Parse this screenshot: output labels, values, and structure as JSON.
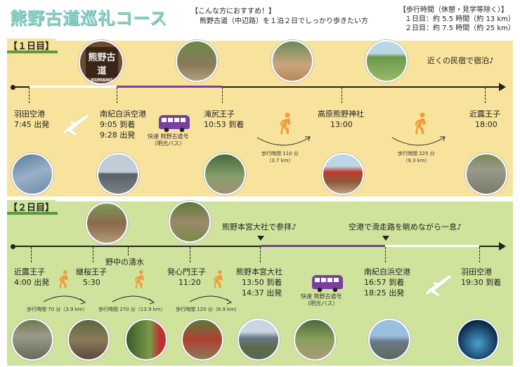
{
  "title": "熊野古道巡礼コース",
  "recommend": {
    "line1": "【こんな方におすすめ！】",
    "line2": "熊野古道（中辺路）を１泊２日でしっかり歩きたい方"
  },
  "walking_time": {
    "line1": "【歩行時間（休憩・見学等除く）】",
    "line2": "１日目：約 5.5 時間（約 13 km）",
    "line3": "２日目：約 7.5 時間（約 25 km）"
  },
  "day1": {
    "label": "【１日目】",
    "note": "近くの民宿で宿泊♪",
    "sign_text": "熊野古道",
    "sign_sub": "KUMANO KODO",
    "stops": [
      {
        "name": "羽田空港",
        "time": "7:45 出発"
      },
      {
        "name": "南紀白浜空港",
        "time": "9:05 到着",
        "time2": "9:28 出発"
      },
      {
        "name": "滝尻王子",
        "time": "10:53 到着"
      },
      {
        "name": "高原熊野神社",
        "time": "13:00"
      },
      {
        "name": "近露王子",
        "time": "18:00"
      }
    ],
    "bus_label": "快速 熊野古道号",
    "bus_sub": "（明光バス）",
    "walk1": {
      "line1": "歩行時間 110 分",
      "line2": "（3.7 km）"
    },
    "walk2": {
      "line1": "歩行時間 225 分",
      "line2": "（9.3 km）"
    }
  },
  "day2": {
    "label": "【２日目】",
    "note1": "熊野本宮大社で参拝♪",
    "note2": "空港で滑走路を眺めながら一息♪",
    "stops": [
      {
        "name": "近露王子",
        "time": "4:00 出発"
      },
      {
        "name": "継桜王子",
        "time": "5:30"
      },
      {
        "name": "野中の清水"
      },
      {
        "name": "発心門王子",
        "time": "11:20"
      },
      {
        "name": "熊野本宮大社",
        "time": "13:50 到着",
        "time2": "14:37 出発"
      },
      {
        "name": "南紀白浜空港",
        "time": "16:57 到着",
        "time2": "18:25 出発"
      },
      {
        "name": "羽田空港",
        "time": "19:30 到着"
      }
    ],
    "walk1": "歩行時間 70 分（3.9 km）",
    "walk2": "歩行時間 270 分（13.9 km）",
    "walk3": "歩行時間 120 分（6.9 km）",
    "bus_label": "快速 熊野古道号",
    "bus_sub": "（明光バス）"
  },
  "colors": {
    "day1_bg": "#f8e39c",
    "day2_bg": "#cfe39c",
    "title": "#8fd3c8",
    "bus": "#7b3fa0",
    "walk": "#f39b3a"
  },
  "icons": [
    "airplane-icon",
    "bus-icon",
    "walking-person-icon"
  ]
}
